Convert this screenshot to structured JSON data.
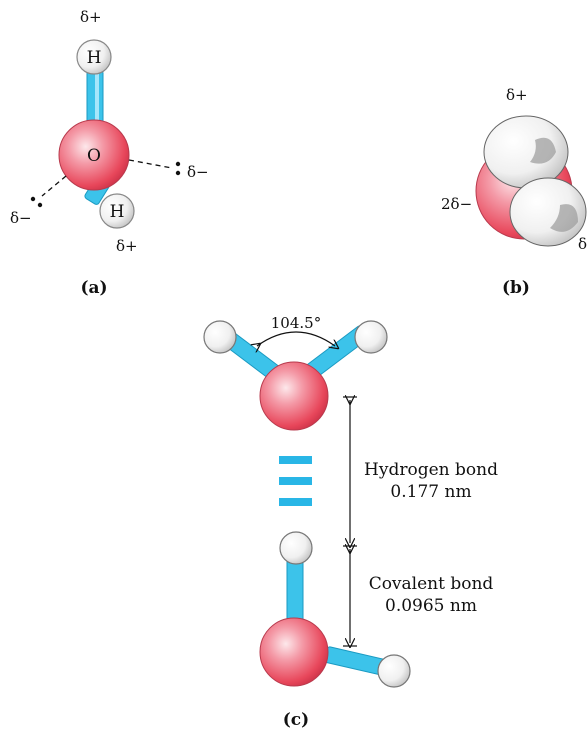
{
  "panel_a": {
    "label": "(a)",
    "atom_o": "O",
    "atom_h_top": "H",
    "atom_h_bottom": "H",
    "charge_top": "δ+",
    "charge_bottom": "δ+",
    "charge_right": "δ−",
    "charge_left": "δ−"
  },
  "panel_b": {
    "label": "(b)",
    "charge_top": "δ+",
    "charge_left": "2δ−",
    "charge_right": "δ"
  },
  "panel_c": {
    "label": "(c)",
    "angle": "104.5°",
    "hbond_title": "Hydrogen bond",
    "hbond_length": "0.177 nm",
    "covalent_title": "Covalent bond",
    "covalent_length": "0.0965 nm"
  },
  "colors": {
    "oxygen": "#e8475b",
    "bond": "#3cc3ea",
    "hbond": "#29b6e6",
    "hydrogen": "#f5f5f5"
  }
}
